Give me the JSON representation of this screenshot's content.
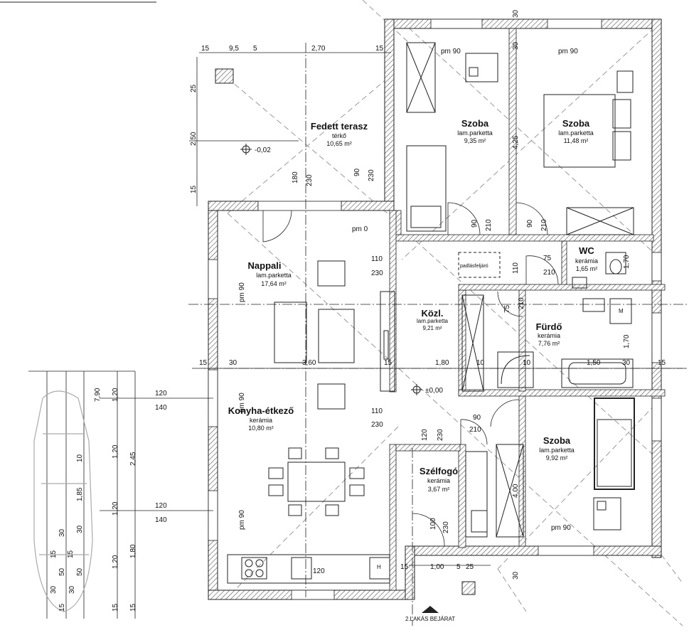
{
  "rooms": [
    {
      "id": "fedett-terasz",
      "name": "Fedett terasz",
      "material": "térkő",
      "area": "10,65 m²"
    },
    {
      "id": "szoba-1",
      "name": "Szoba",
      "material": "lam.parketta",
      "area": "9,35 m²"
    },
    {
      "id": "szoba-2",
      "name": "Szoba",
      "material": "lam.parketta",
      "area": "11,48 m²"
    },
    {
      "id": "nappali",
      "name": "Nappali",
      "material": "lam.parketta",
      "area": "17,64 m²"
    },
    {
      "id": "wc",
      "name": "WC",
      "material": "kerámia",
      "area": "1,65 m²"
    },
    {
      "id": "kozl",
      "name": "Közl.",
      "material": "lam.parketta",
      "area": "9,21 m²"
    },
    {
      "id": "furdo",
      "name": "Fürdő",
      "material": "kerámia",
      "area": "7,76 m²"
    },
    {
      "id": "konyha",
      "name": "Konyha-étkező",
      "material": "kerámia",
      "area": "10,80 m²"
    },
    {
      "id": "szoba-3",
      "name": "Szoba",
      "material": "lam.parketta",
      "area": "9,92 m²"
    },
    {
      "id": "szelfogo",
      "name": "Szélfogó",
      "material": "kerámia",
      "area": "3,67 m²"
    }
  ],
  "labels": {
    "pm90": "pm 90",
    "pm0": "pm 0",
    "level_terrace": "-0,02",
    "level_main": "±0,00",
    "attic_hatch": "padlásfeljáró",
    "entrance": "2.LAKÁS BEJÁRAT",
    "marker_m": "M",
    "marker_h": "H"
  },
  "dimensions": {
    "top_15": "15",
    "top_95": "9,5",
    "top_5": "5",
    "top_270": "2,70",
    "top_15b": "15",
    "left_25": "25",
    "left_250": "2,50",
    "left_15": "15",
    "row_15a": "15",
    "row_30a": "30",
    "row_360": "3,60",
    "row_15b": "15",
    "row_180": "1,80",
    "row_10a": "10",
    "row_10b": "10",
    "row_150": "1,50",
    "row_30b": "30",
    "row_15c": "15",
    "d_180": "180",
    "d_230": "230",
    "d_90": "90",
    "d_230b": "230",
    "d_110": "110",
    "d_230c": "230",
    "d_110b": "110",
    "d_230d": "230",
    "d_120": "120",
    "d_230e": "230",
    "d_75": "75",
    "d_210": "210",
    "d_90b": "90",
    "d_210b": "210",
    "d_90c": "90",
    "d_210c": "210",
    "d_90d": "90",
    "d_210d": "210",
    "d_75b": "75",
    "d_110c": "110",
    "d_210e": "210",
    "d_100": "100",
    "d_230f": "230",
    "d_100e": "1,00",
    "d_5": "5",
    "d_25": "25",
    "d_15": "15",
    "d_30top": "30",
    "d_425": "4,25",
    "d_400": "4,00",
    "d_170": "1,70",
    "d_30bot": "30",
    "d_120c": "120",
    "park_120": "120",
    "park_140": "140",
    "park_120b": "120",
    "park_140b": "140",
    "park_790": "7,90",
    "park_120v": "1,20",
    "park_245": "2,45",
    "park_10": "10",
    "park_185": "1,85",
    "park_120v2": "1,20",
    "park_180": "1,80",
    "park_120v3": "1,20",
    "park_30": "30",
    "park_30b": "30",
    "park_15": "15",
    "park_50": "50",
    "park_50b": "50",
    "park_15b": "15",
    "park_30c": "30",
    "park_30d": "30",
    "park_15c": "15",
    "park_15d": "15",
    "park_15e": "15"
  },
  "colors": {
    "wall_hatch": "#555555",
    "line": "#222222",
    "dash": "#888888"
  }
}
